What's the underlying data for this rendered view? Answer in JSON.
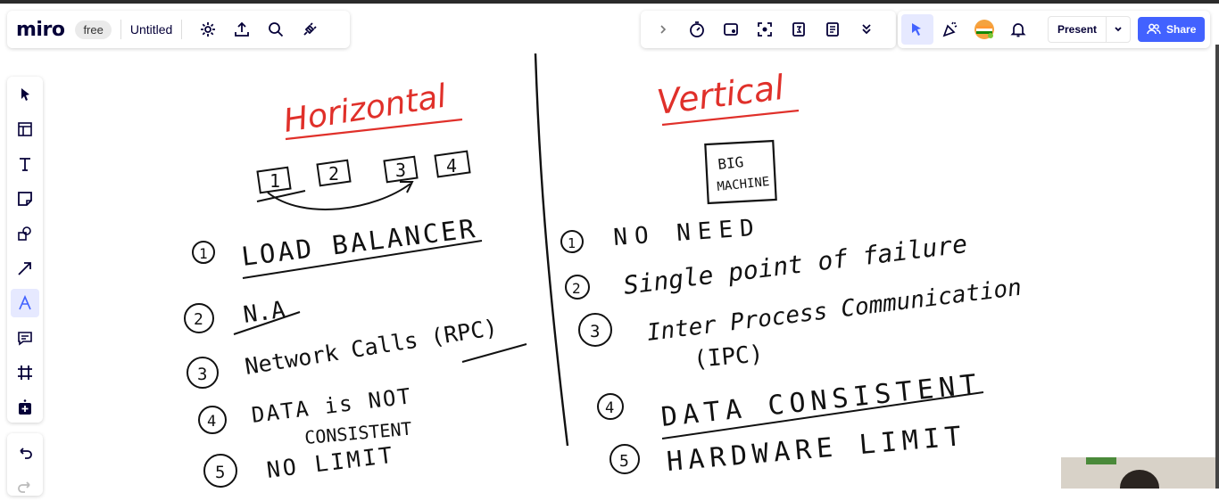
{
  "app": {
    "logo": "miro",
    "plan_badge": "free",
    "board_name": "Untitled"
  },
  "header": {
    "present_label": "Present",
    "share_label": "Share"
  },
  "board": {
    "left_title": "Horizontal",
    "right_title": "Vertical",
    "servers": [
      "1",
      "2",
      "3",
      "4"
    ],
    "machine_box": [
      "BIG",
      "MACHINE"
    ],
    "left_points": [
      {
        "num": "1",
        "text": "LOAD BALANCER"
      },
      {
        "num": "2",
        "text": "N.A"
      },
      {
        "num": "3",
        "text": "Network Calls (RPC)"
      },
      {
        "num": "4",
        "text": "DATA is NOT",
        "text2": "CONSISTENT"
      },
      {
        "num": "5",
        "text": "NO LIMIT"
      }
    ],
    "right_points": [
      {
        "num": "1",
        "text": "NO NEED"
      },
      {
        "num": "2",
        "text": "Single point of failure"
      },
      {
        "num": "3",
        "text": "Inter Process Communication",
        "text2": "(IPC)"
      },
      {
        "num": "4",
        "text": "DATA CONSISTENT"
      },
      {
        "num": "5",
        "text": "HARDWARE LIMIT"
      }
    ]
  },
  "colors": {
    "accent": "#4262ff",
    "title_red": "#e0302a",
    "ink": "#111111"
  }
}
